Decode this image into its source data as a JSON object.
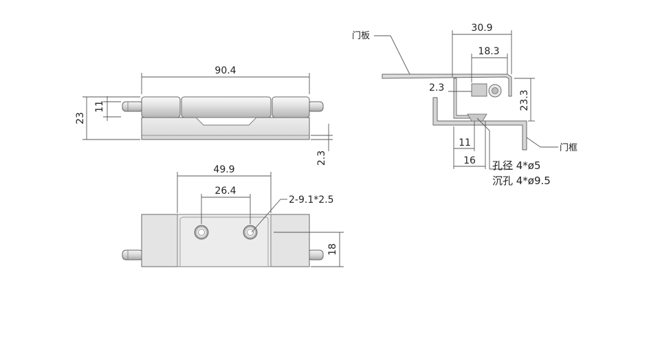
{
  "front_view": {
    "width": "90.4",
    "height": "23",
    "pin_height": "11",
    "offset": "2.3"
  },
  "bottom_view": {
    "hole_span": "49.9",
    "hole_pitch": "26.4",
    "hole_spec": "2-9.1*2.5",
    "height": "18"
  },
  "side_view": {
    "door_panel_label": "门板",
    "door_frame_label": "门框",
    "overall_width": "30.9",
    "inner_width": "18.3",
    "gap": "2.3",
    "height": "23.3",
    "offset_a": "11",
    "offset_b": "16",
    "hole_note": "孔径 4*ø5",
    "countersink_note": "沉孔 4*ø9.5"
  },
  "colors": {
    "metal_light": "#ececec",
    "metal_mid": "#d9d9d9",
    "metal_dark": "#b8b8b8",
    "line": "#555555"
  }
}
